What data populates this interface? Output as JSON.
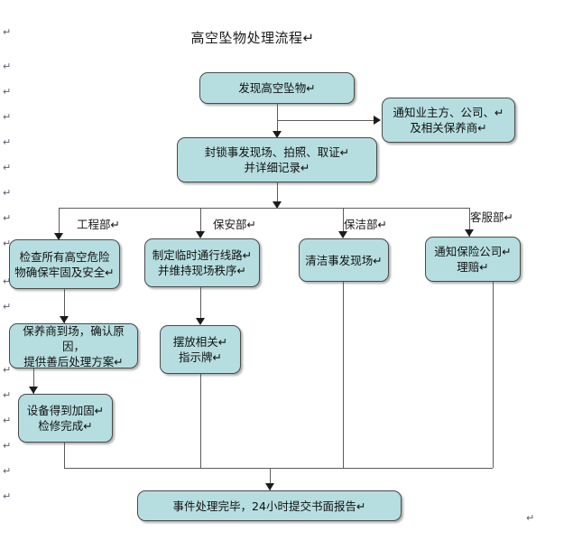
{
  "document": {
    "title": "高空坠物处理流程↵",
    "pilcrow_glyph": "↵"
  },
  "flowchart": {
    "type": "process-flow-diagram",
    "fill_color": "#b6dee0",
    "border_color": "#4a4a4a",
    "connector_color": "#5b5b5b",
    "nodes": [
      {
        "id": "start",
        "label": "发现高空坠物↵"
      },
      {
        "id": "notify",
        "label": "通知业主方、公司、↵\n及相关保养商↵"
      },
      {
        "id": "seal",
        "label": "封锁事发现场、拍照、取证↵\n并详细记录↵"
      },
      {
        "id": "inspect",
        "label": "检查所有高空危险\n物确保牢固及安全↵"
      },
      {
        "id": "route",
        "label": "制定临时通行线路↵\n并维持现场秩序↵"
      },
      {
        "id": "clean",
        "label": "清洁事发现场↵"
      },
      {
        "id": "insurance",
        "label": "通知保险公司↵\n理赔↵"
      },
      {
        "id": "maintainer",
        "label": "保养商到场，确认原因，\n提供善后处理方案↵"
      },
      {
        "id": "signage",
        "label": "摆放相关↵\n指示牌↵"
      },
      {
        "id": "reinforce",
        "label": "设备得到加固↵\n检修完成↵"
      },
      {
        "id": "report",
        "label": "事件处理完毕，24小时提交书面报告↵"
      }
    ],
    "branch_labels": [
      {
        "id": "engineering",
        "label": "工程部↵"
      },
      {
        "id": "security",
        "label": "保安部↵"
      },
      {
        "id": "cleaning",
        "label": "保洁部↵"
      },
      {
        "id": "customer",
        "label": "客服部↵"
      }
    ]
  }
}
